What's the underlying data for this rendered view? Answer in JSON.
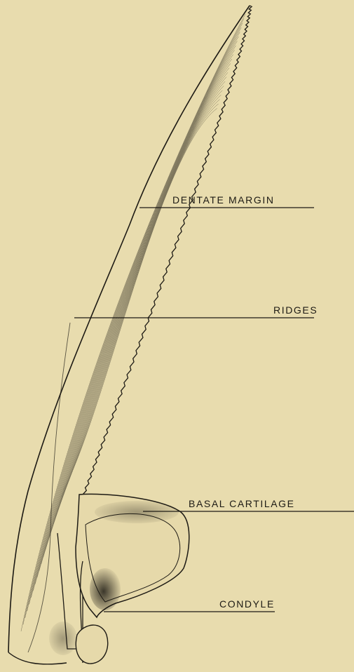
{
  "figure": {
    "background": "#e8dcae",
    "ink": "#1d1a14",
    "labels": [
      {
        "id": "dentate",
        "text": "DENTATE MARGIN"
      },
      {
        "id": "ridges",
        "text": "RIDGES"
      },
      {
        "id": "basal",
        "text": "BASAL CARTILAGE"
      },
      {
        "id": "condyle",
        "text": "CONDYLE"
      }
    ]
  }
}
